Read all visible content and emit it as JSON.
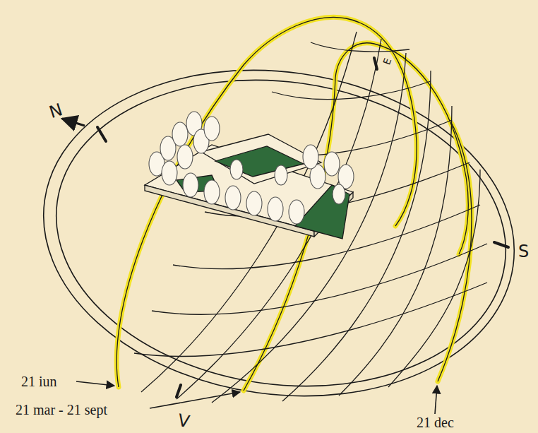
{
  "diagram": {
    "labels": [
      "N",
      "E",
      "S",
      "V",
      "21 iun",
      "21 mar - 21 sept",
      "21 dec"
    ]
  }
}
